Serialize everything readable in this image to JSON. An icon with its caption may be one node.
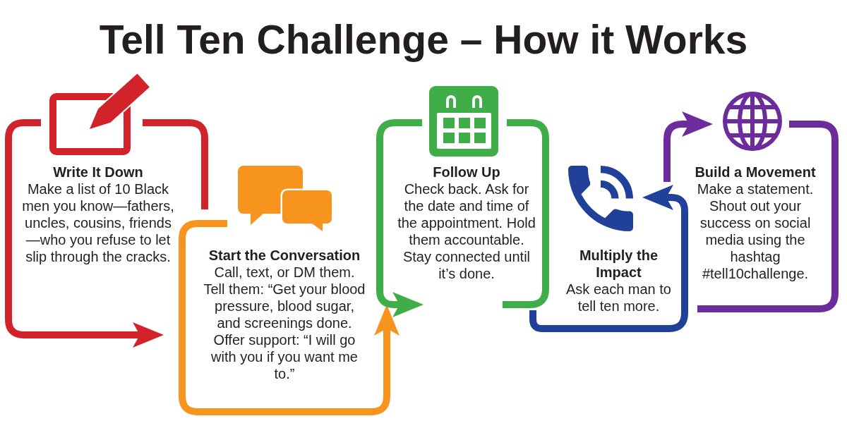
{
  "diagram": {
    "title": "Tell Ten Challenge – How it Works",
    "nodes": [
      {
        "text": [],
        "shape": "box"
      },
      {
        "text": [
          "Write It Down",
          "Make a list of 10 Black men you know—fathers, uncles, cousins, friends—who you refuse to let slip through the cracks."
        ]
      },
      {
        "text": [],
        "shape": "picture"
      },
      {
        "text": [
          "Start the Conversation",
          "Call, text, or DM them. Tell them: “Get your blood pressure, blood sugar, and screenings done. Offer support: “I will go with you if you want me to.”"
        ]
      },
      {
        "text": [],
        "shape": "picture"
      },
      {
        "text": [
          "Follow Up",
          "Check back. Ask for the date and time of the appointment. Hold them accountable. Stay connected until it’s done."
        ]
      },
      {
        "text": [],
        "shape": "picture"
      },
      {
        "text": [
          "Multiply the Impact",
          "Ask each man to tell ten more."
        ]
      },
      {
        "text": [],
        "shape": "picture"
      },
      {
        "text": [
          "Build a Movement",
          "Make a statement. Shout out your success on social media using the hashtag #tell10challenge."
        ]
      }
    ],
    "edges": [
      {
        "from": null,
        "to": 0,
        "arrow": "none",
        "color": "#d2232a"
      },
      {
        "from": 0,
        "to": 3,
        "arrow": "to",
        "color": "#d2232a"
      },
      {
        "from": 2,
        "to": 5,
        "arrow": "to",
        "color": "#f7941d"
      },
      {
        "from": null,
        "to": 4,
        "arrow": "none",
        "color": "#3fae49"
      },
      {
        "from": 4,
        "to": 5,
        "arrow": "to",
        "color": "#3fae49"
      },
      {
        "from": null,
        "to": 6,
        "arrow": "to",
        "color": "#21409a"
      },
      {
        "from": null,
        "to": 8,
        "arrow": "to",
        "color": "#6c2c9b"
      },
      {
        "from": 8,
        "to": null,
        "arrow": "none",
        "color": "#6c2c9b"
      }
    ]
  }
}
